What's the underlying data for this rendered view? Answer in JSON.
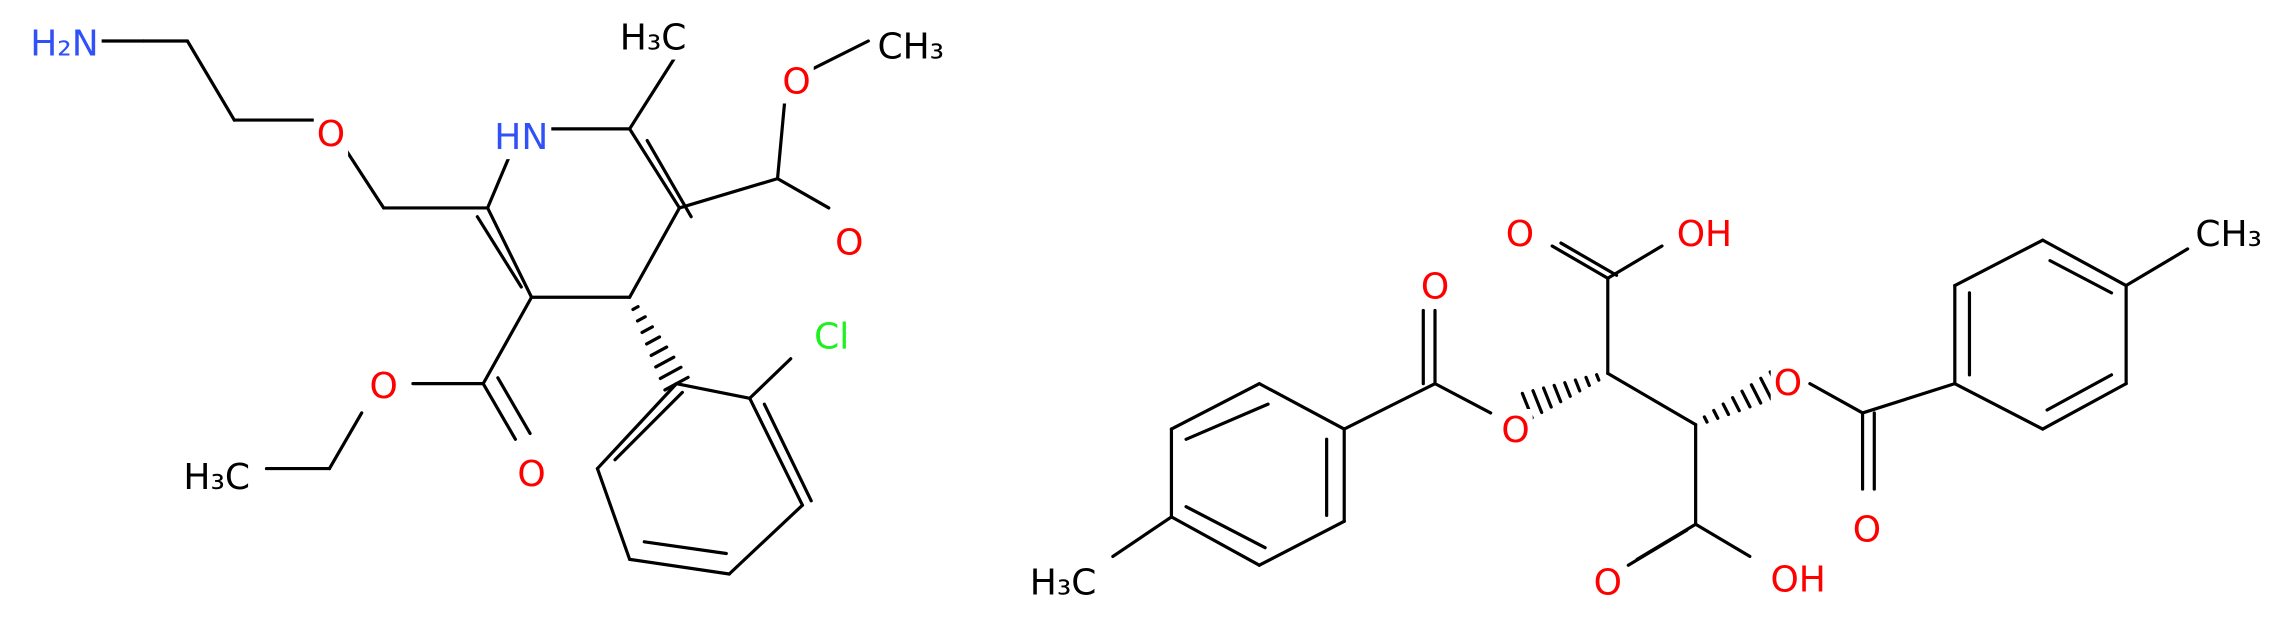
{
  "colors": {
    "background": "#ffffff",
    "bond": "#000000",
    "carbon": "#000000",
    "oxygen": "#ff0000",
    "nitrogen": "#3050f8",
    "chlorine": "#1ff01f"
  },
  "molecules": [
    {
      "atoms": [
        {
          "label": "H₂N",
          "element": "N"
        },
        {
          "label": "O",
          "element": "O"
        },
        {
          "label": "HN",
          "element": "N"
        },
        {
          "label": "H₃C",
          "element": "C"
        },
        {
          "label": "O",
          "element": "O"
        },
        {
          "label": "CH₃",
          "element": "C"
        },
        {
          "label": "O",
          "element": "O"
        },
        {
          "label": "Cl",
          "element": "Cl"
        },
        {
          "label": "O",
          "element": "O"
        },
        {
          "label": "H₃C",
          "element": "C"
        },
        {
          "label": "O",
          "element": "O"
        }
      ]
    },
    {
      "atoms": [
        {
          "label": "O",
          "element": "O"
        },
        {
          "label": "OH",
          "element": "O"
        },
        {
          "label": "O",
          "element": "O"
        },
        {
          "label": "O",
          "element": "O"
        },
        {
          "label": "O",
          "element": "O"
        },
        {
          "label": "CH₃",
          "element": "C"
        },
        {
          "label": "O",
          "element": "O"
        },
        {
          "label": "OH",
          "element": "O"
        },
        {
          "label": "O",
          "element": "O"
        },
        {
          "label": "H₃C",
          "element": "C"
        }
      ]
    }
  ]
}
